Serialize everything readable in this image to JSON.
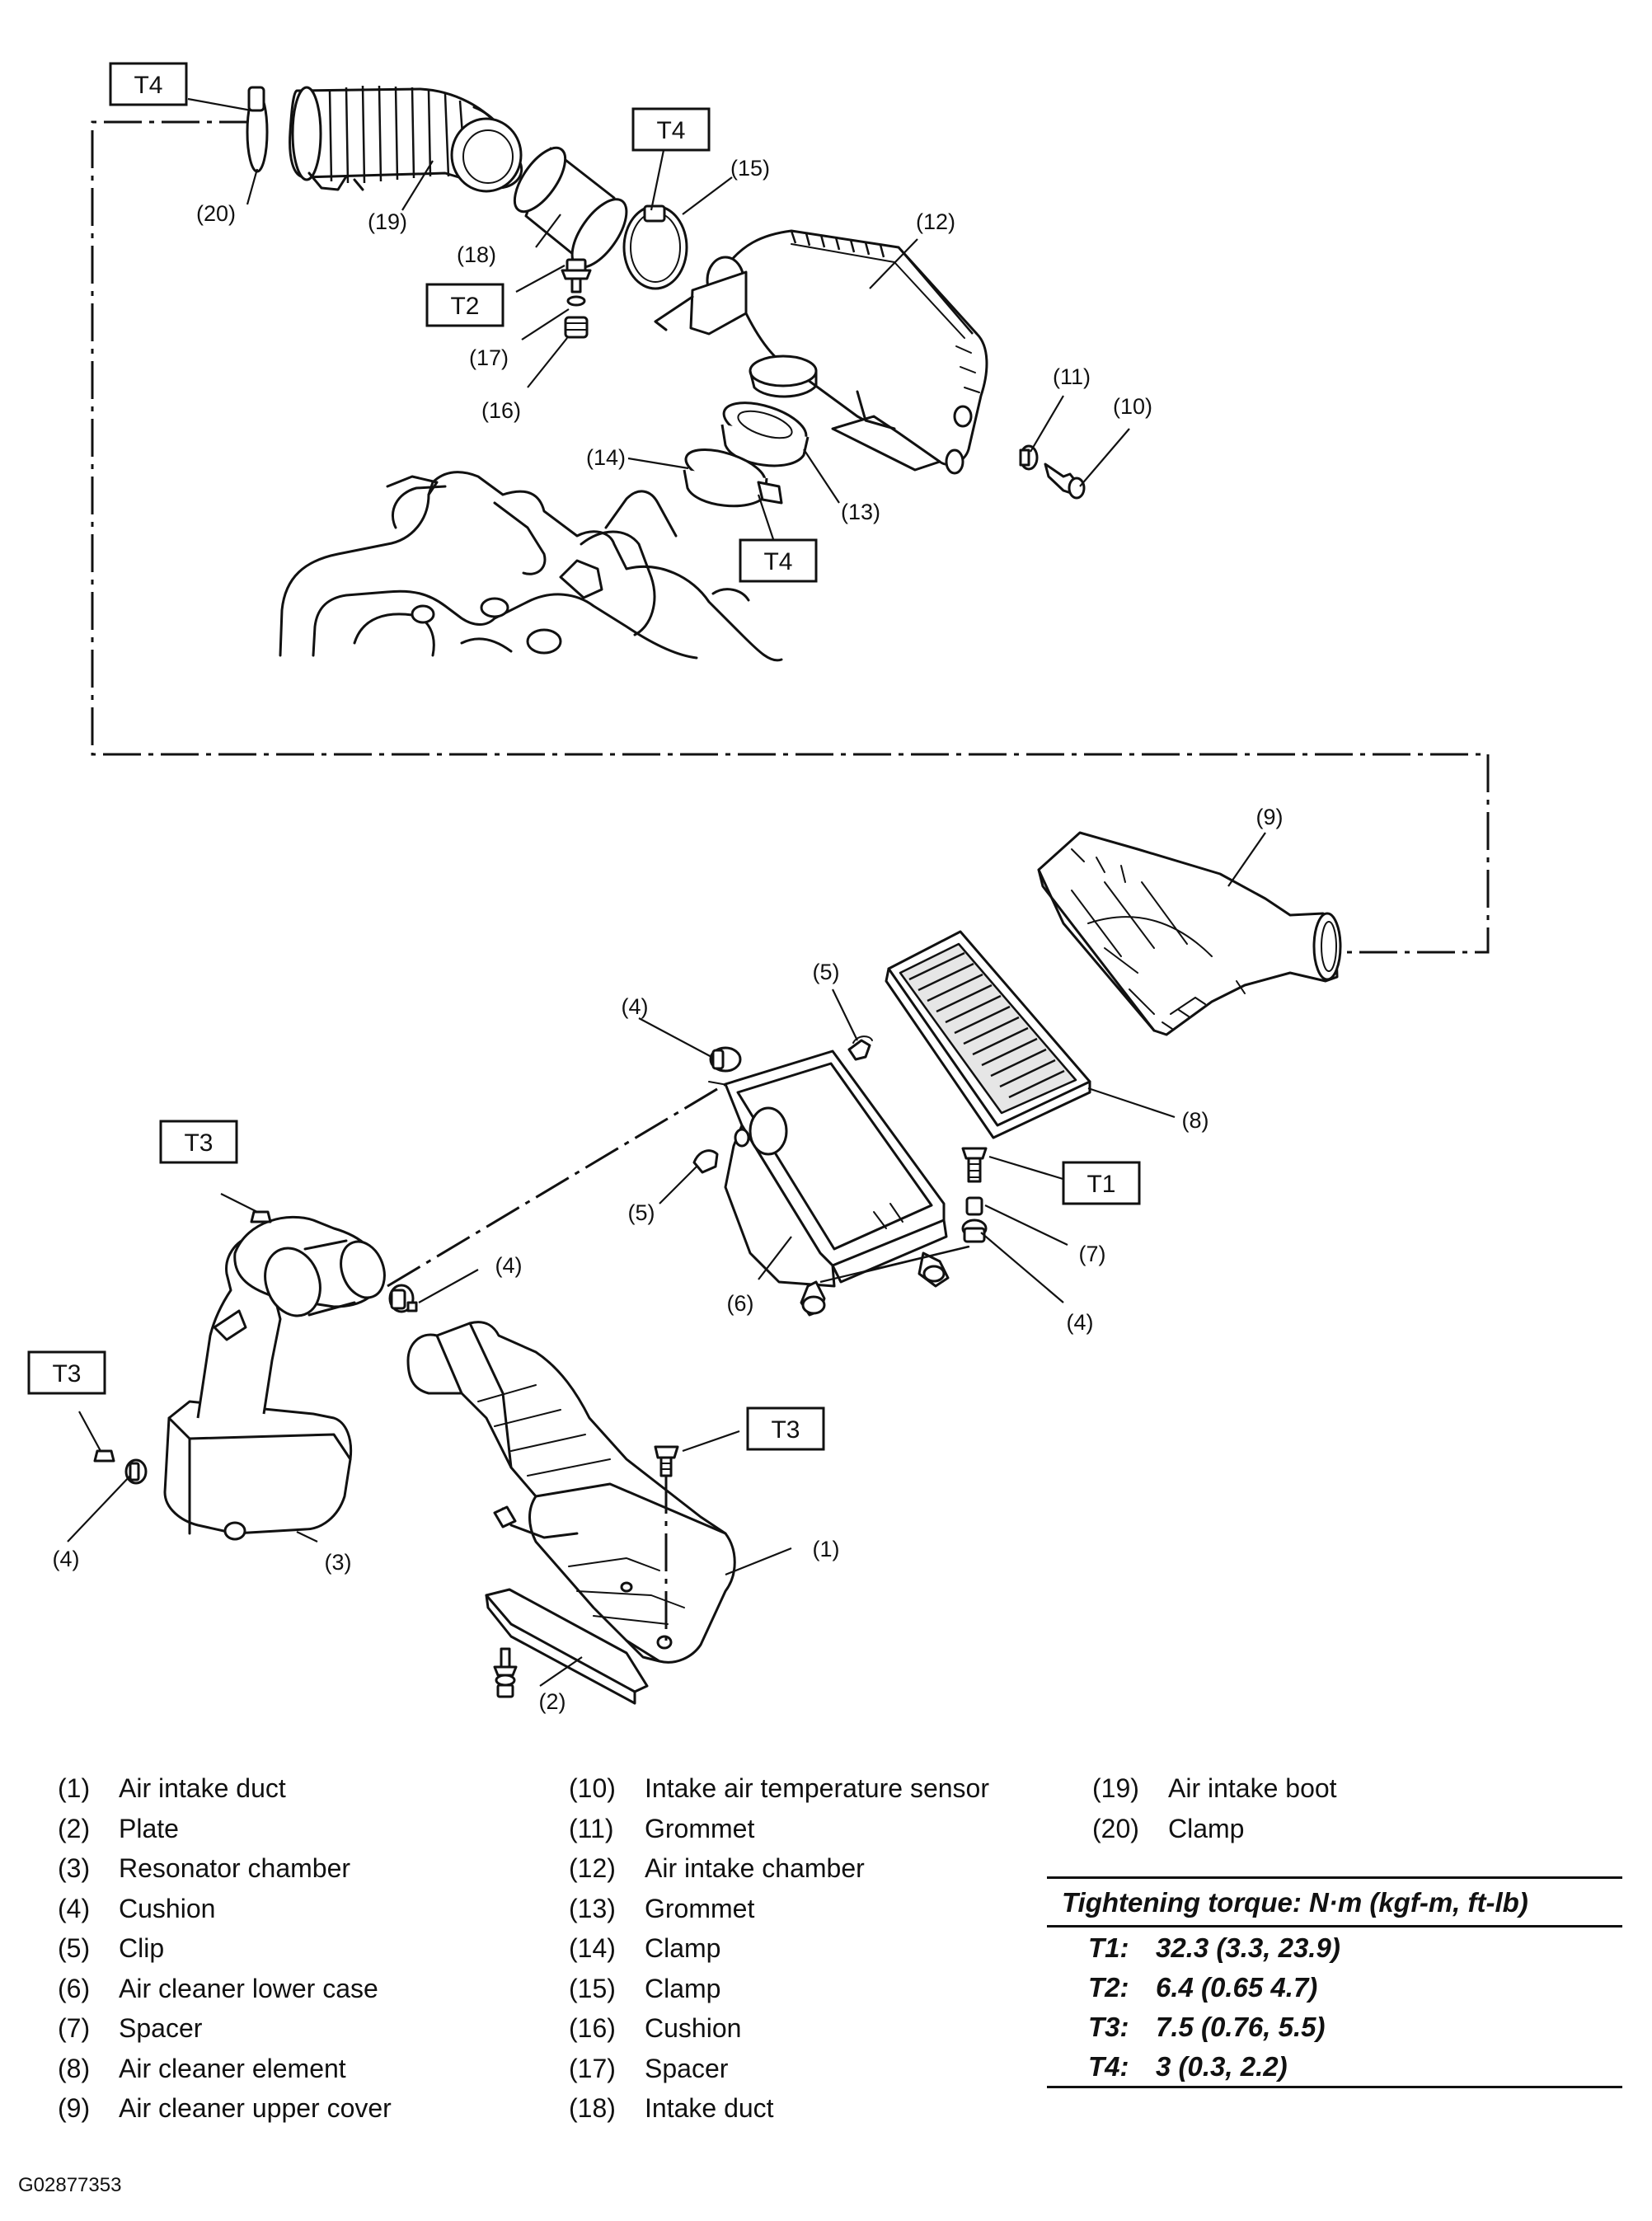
{
  "diagram": {
    "torque_tags": [
      "T4",
      "T4",
      "T2",
      "T4",
      "T3",
      "T1",
      "T3",
      "T3"
    ],
    "callouts": [
      "(20)",
      "(19)",
      "(18)",
      "(15)",
      "(12)",
      "(17)",
      "(16)",
      "(14)",
      "(13)",
      "(11)",
      "(10)",
      "(9)",
      "(5)",
      "(4)",
      "(8)",
      "(5)",
      "(7)",
      "(6)",
      "(4)",
      "(4)",
      "(4)",
      "(3)",
      "(1)",
      "(2)"
    ]
  },
  "legend": {
    "column1": [
      {
        "num": "(1)",
        "name": "Air intake duct"
      },
      {
        "num": "(2)",
        "name": "Plate"
      },
      {
        "num": "(3)",
        "name": "Resonator chamber"
      },
      {
        "num": "(4)",
        "name": "Cushion"
      },
      {
        "num": "(5)",
        "name": "Clip"
      },
      {
        "num": "(6)",
        "name": "Air cleaner lower case"
      },
      {
        "num": "(7)",
        "name": "Spacer"
      },
      {
        "num": "(8)",
        "name": "Air cleaner element"
      },
      {
        "num": "(9)",
        "name": "Air cleaner upper cover"
      }
    ],
    "column2": [
      {
        "num": "(10)",
        "name": "Intake air temperature sensor"
      },
      {
        "num": "(11)",
        "name": "Grommet"
      },
      {
        "num": "(12)",
        "name": "Air intake chamber"
      },
      {
        "num": "(13)",
        "name": "Grommet"
      },
      {
        "num": "(14)",
        "name": "Clamp"
      },
      {
        "num": "(15)",
        "name": "Clamp"
      },
      {
        "num": "(16)",
        "name": "Cushion"
      },
      {
        "num": "(17)",
        "name": "Spacer"
      },
      {
        "num": "(18)",
        "name": "Intake duct"
      }
    ],
    "column3": [
      {
        "num": "(19)",
        "name": "Air intake boot"
      },
      {
        "num": "(20)",
        "name": "Clamp"
      }
    ]
  },
  "torque": {
    "title": "Tightening torque: N·m (kgf-m, ft-lb)",
    "rows": [
      {
        "key": "T1:",
        "value": "32.3 (3.3, 23.9)"
      },
      {
        "key": "T2:",
        "value": "6.4 (0.65 4.7)"
      },
      {
        "key": "T3:",
        "value": "7.5 (0.76, 5.5)"
      },
      {
        "key": "T4:",
        "value": "3 (0.3, 2.2)"
      }
    ]
  },
  "figure_code": "G02877353"
}
